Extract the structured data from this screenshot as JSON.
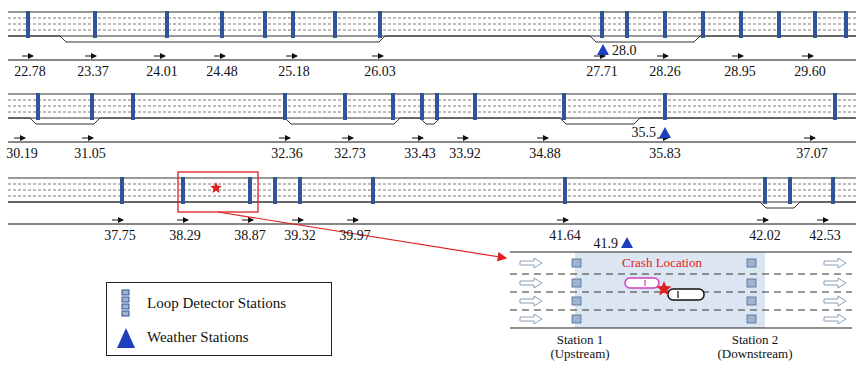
{
  "diagram": {
    "labels": [
      "22.78",
      "23.37",
      "24.01",
      "24.48",
      "25.18",
      "26.03",
      "27.71",
      "28.26",
      "28.95",
      "29.60",
      "28.0",
      "30.19",
      "31.05",
      "32.36",
      "32.73",
      "33.43",
      "33.92",
      "34.88",
      "35.83",
      "37.07",
      "35.5",
      "37.75",
      "38.29",
      "38.87",
      "39.32",
      "39.97",
      "41.64",
      "42.02",
      "42.53",
      "41.9",
      "Crash Location",
      "Station 1 (Upstream)",
      "Station 2 (Downstream)"
    ],
    "legend": [
      {
        "text": "Loop Detector Stations"
      },
      {
        "text": "Weather Stations"
      }
    ]
  }
}
